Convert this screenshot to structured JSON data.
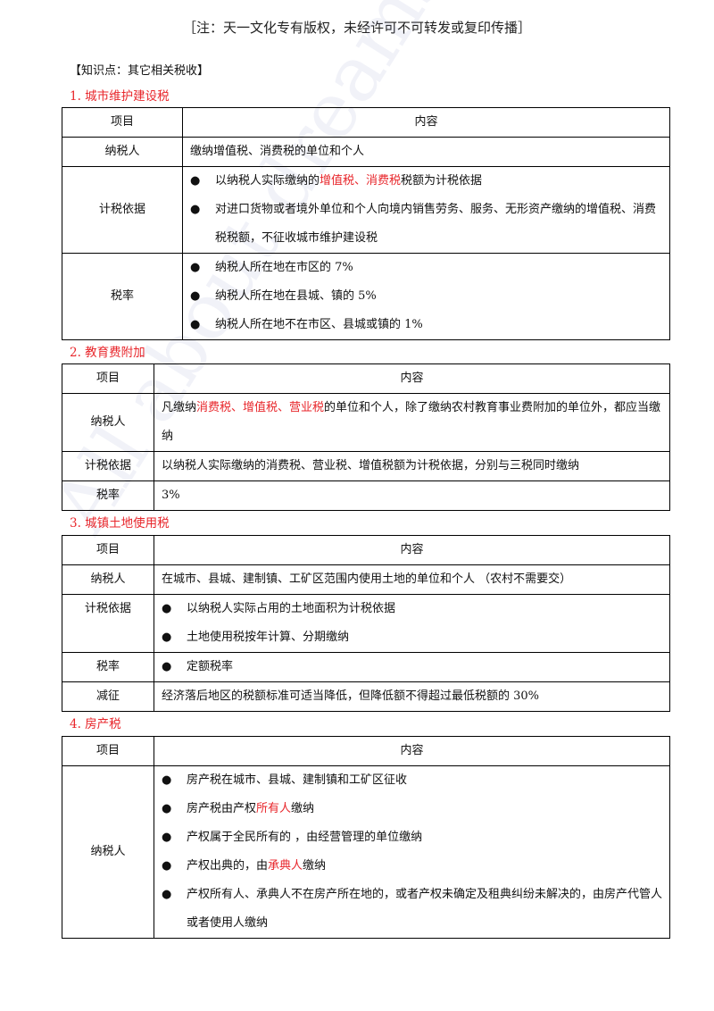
{
  "header": "［注：天一文化专有版权，未经许可不可转发或复印传播］",
  "knowledge_point": "【知识点：其它相关税收】",
  "watermark": "All about dreams",
  "table_head": {
    "item": "项目",
    "content": "内容"
  },
  "sections": [
    {
      "title": "1.  城市维护建设税",
      "rows": {
        "taxpayer": {
          "label": "纳税人",
          "text": "缴纳增值税、消费税的单位和个人"
        },
        "basis": {
          "label": "计税依据",
          "b1_pre": "以纳税人实际缴纳的",
          "b1_red": "增值税、消费税",
          "b1_post": "税额为计税依据",
          "b2": "对进口货物或者境外单位和个人向境内销售劳务、服务、无形资产缴纳的增值税、消费税税额，不征收城市维护建设税"
        },
        "rate": {
          "label": "税率",
          "b1": "纳税人所在地在市区的 7%",
          "b2": "纳税人所在地在县城、镇的 5%",
          "b3": "纳税人所在地不在市区、县城或镇的 1%"
        }
      }
    },
    {
      "title": "2.  教育费附加",
      "rows": {
        "taxpayer": {
          "label": "纳税人",
          "pre": "凡缴纳",
          "red": "消费税、增值税、营业税",
          "post": "的单位和个人，除了缴纳农村教育事业费附加的单位外，都应当缴纳"
        },
        "basis": {
          "label": "计税依据",
          "text": "以纳税人实际缴纳的消费税、营业税、增值税额为计税依据，分别与三税同时缴纳"
        },
        "rate": {
          "label": "税率",
          "text": "3%"
        }
      }
    },
    {
      "title": "3.  城镇土地使用税",
      "rows": {
        "taxpayer": {
          "label": "纳税人",
          "text": "在城市、县城、建制镇、工矿区范围内使用土地的单位和个人 （农村不需要交）"
        },
        "basis": {
          "label": "计税依据",
          "b1": "以纳税人实际占用的土地面积为计税依据",
          "b2": "土地使用税按年计算、分期缴纳"
        },
        "rate": {
          "label": "税率",
          "b1": "定额税率"
        },
        "relief": {
          "label": "减征",
          "text": "经济落后地区的税额标准可适当降低，但降低额不得超过最低税额的 30%"
        }
      }
    },
    {
      "title": "4.  房产税",
      "rows": {
        "taxpayer": {
          "label": "纳税人",
          "b1": "房产税在城市、县城、建制镇和工矿区征收",
          "b2_pre": "房产税由产权",
          "b2_red": "所有人",
          "b2_post": "缴纳",
          "b3": "产权属于全民所有的 ，由经营管理的单位缴纳",
          "b4_pre": "产权出典的，由",
          "b4_red": "承典人",
          "b4_post": "缴纳",
          "b5": "产权所有人、承典人不在房产所在地的，或者产权未确定及租典纠纷未解决的，由房产代管人或者使用人缴纳"
        }
      }
    }
  ]
}
